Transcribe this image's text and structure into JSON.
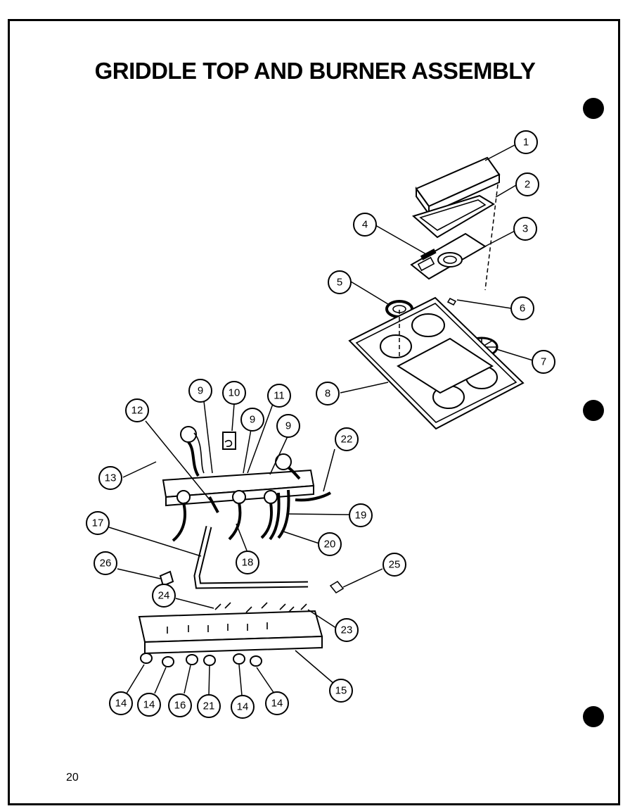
{
  "title": "GRIDDLE TOP AND BURNER ASSEMBLY",
  "page_number": "20",
  "callouts": [
    {
      "label": "1"
    },
    {
      "label": "2"
    },
    {
      "label": "3"
    },
    {
      "label": "4"
    },
    {
      "label": "5"
    },
    {
      "label": "6"
    },
    {
      "label": "7"
    },
    {
      "label": "8"
    },
    {
      "label": "9"
    },
    {
      "label": "10"
    },
    {
      "label": "11"
    },
    {
      "label": "9"
    },
    {
      "label": "9"
    },
    {
      "label": "12"
    },
    {
      "label": "22"
    },
    {
      "label": "13"
    },
    {
      "label": "19"
    },
    {
      "label": "17"
    },
    {
      "label": "20"
    },
    {
      "label": "18"
    },
    {
      "label": "26"
    },
    {
      "label": "25"
    },
    {
      "label": "24"
    },
    {
      "label": "23"
    },
    {
      "label": "15"
    },
    {
      "label": "14"
    },
    {
      "label": "14"
    },
    {
      "label": "16"
    },
    {
      "label": "21"
    },
    {
      "label": "14"
    },
    {
      "label": "14"
    }
  ]
}
